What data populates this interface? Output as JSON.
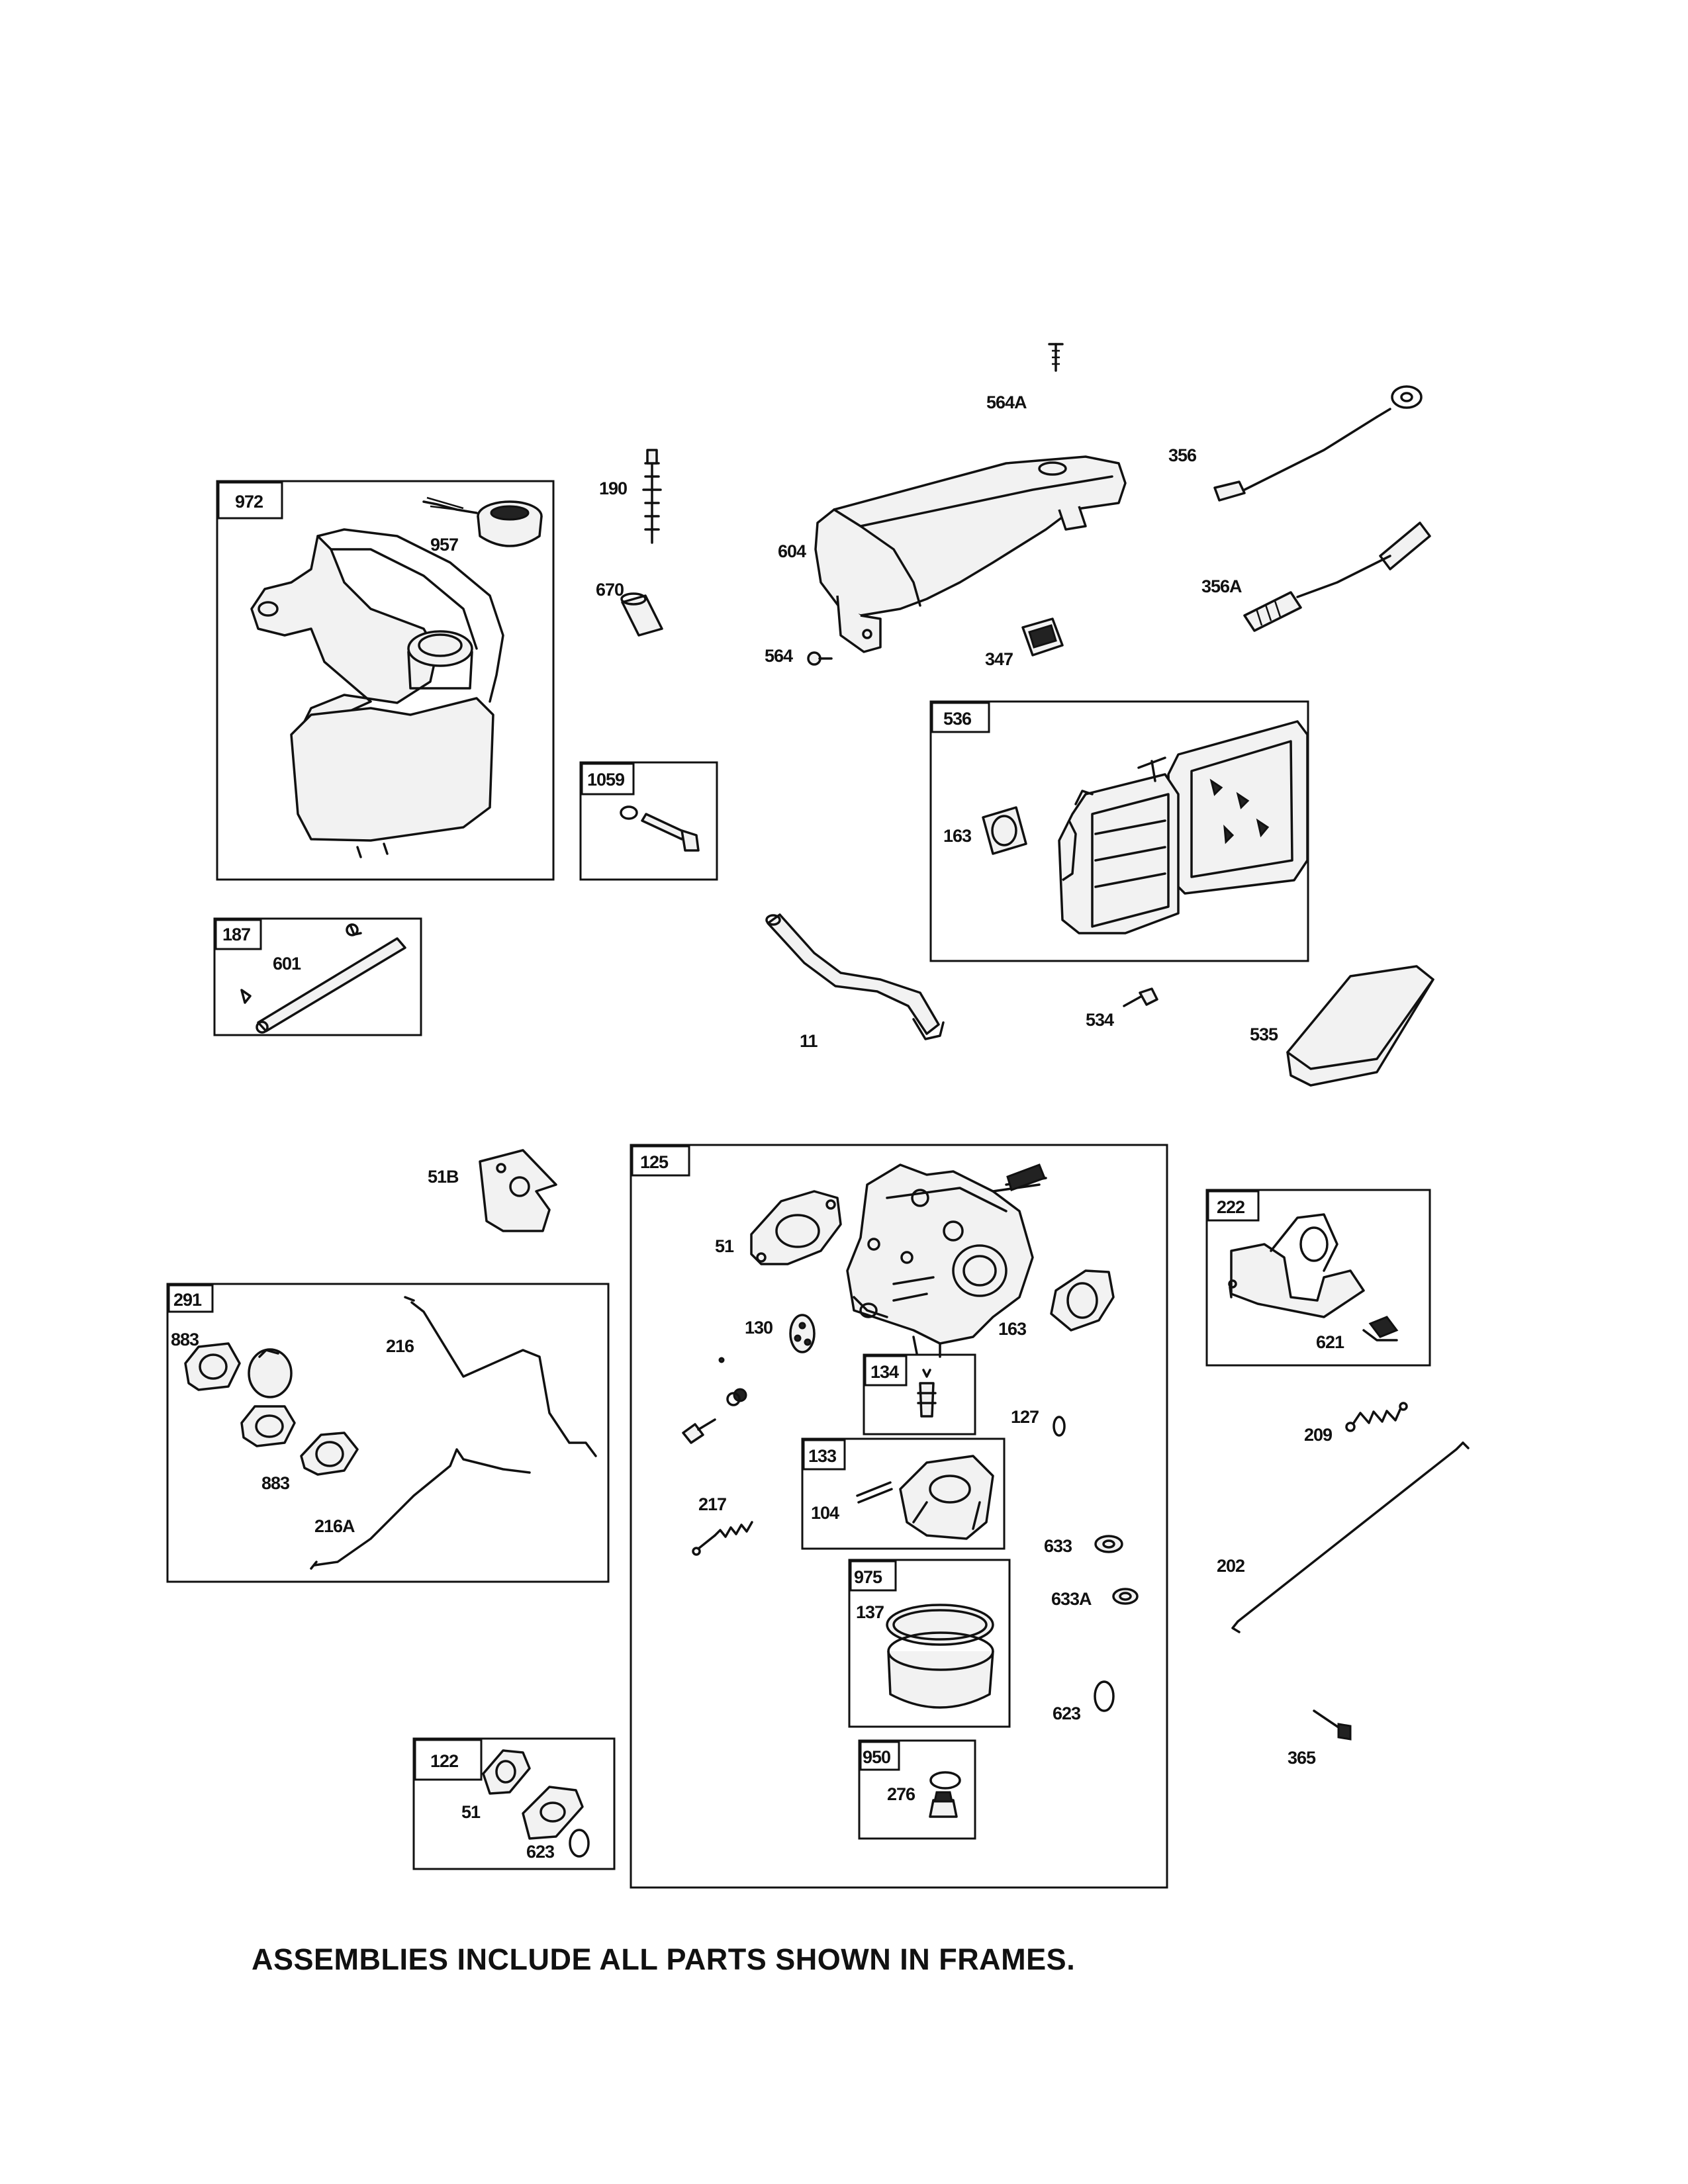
{
  "frames": [
    {
      "id": "972",
      "label": "972"
    },
    {
      "id": "1059",
      "label": "1059"
    },
    {
      "id": "187",
      "label": "187"
    },
    {
      "id": "536",
      "label": "536"
    },
    {
      "id": "125",
      "label": "125"
    },
    {
      "id": "222",
      "label": "222"
    },
    {
      "id": "291",
      "label": "291"
    },
    {
      "id": "134",
      "label": "134"
    },
    {
      "id": "133",
      "label": "133"
    },
    {
      "id": "975",
      "label": "975"
    },
    {
      "id": "950",
      "label": "950"
    },
    {
      "id": "122",
      "label": "122"
    }
  ],
  "parts": {
    "p564A": "564A",
    "p356": "356",
    "p190": "190",
    "p957": "957",
    "p604": "604",
    "p670": "670",
    "p356A": "356A",
    "p564": "564",
    "p347": "347",
    "p163a": "163",
    "p601": "601",
    "p11": "11",
    "p534": "534",
    "p535": "535",
    "p51B": "51B",
    "p51a": "51",
    "p130": "130",
    "p163b": "163",
    "p621": "621",
    "p883a": "883",
    "p216": "216",
    "p883b": "883",
    "p216A": "216A",
    "p127": "127",
    "p209": "209",
    "p217": "217",
    "p104": "104",
    "p633": "633",
    "p202": "202",
    "p137": "137",
    "p633A": "633A",
    "p623a": "623",
    "p365": "365",
    "p276": "276",
    "p51c": "51",
    "p623b": "623"
  },
  "footer": "ASSEMBLIES INCLUDE ALL PARTS SHOWN IN FRAMES."
}
